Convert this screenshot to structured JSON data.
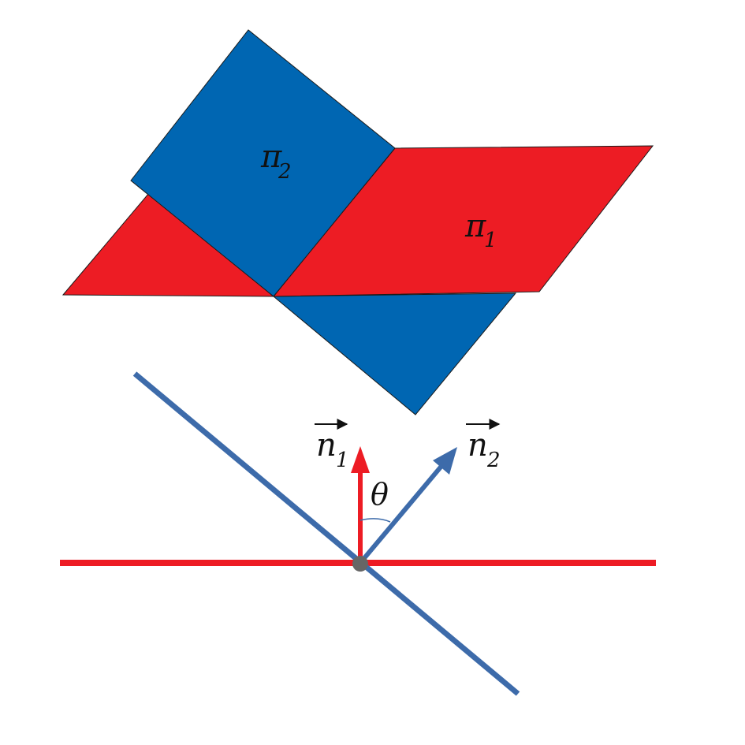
{
  "planes": {
    "pi1": {
      "symbol": "π",
      "subscript": "1",
      "color": "#ED1C24"
    },
    "pi2": {
      "symbol": "π",
      "subscript": "2",
      "color": "#0066B2"
    }
  },
  "vectors": {
    "n1": {
      "symbol": "n",
      "subscript": "1",
      "color": "#ED1C24"
    },
    "n2": {
      "symbol": "n",
      "subscript": "2",
      "color": "#3D6BAA"
    }
  },
  "angle": {
    "symbol": "θ"
  },
  "colors": {
    "intersection_point": "#666666",
    "outline": "#1a1a1a"
  }
}
